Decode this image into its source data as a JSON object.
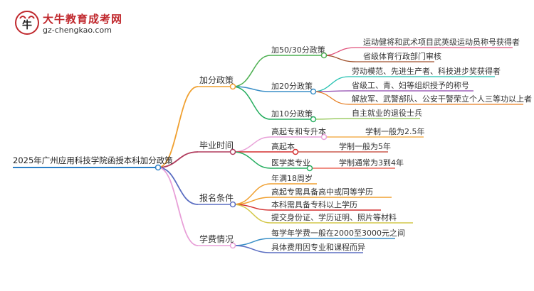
{
  "logo": {
    "title": "大牛教育成考网",
    "url": "gz-chengkao.com"
  },
  "root": "2025年广州应用科技学院函授本科加分政策",
  "branches": [
    {
      "label": "加分政策",
      "color": "#f0a030",
      "children": [
        {
          "label": "加50/30分政策",
          "color": "#4caf50",
          "items": [
            {
              "text": "运动健将和武术项目武英级运动员称号获得者",
              "color": "#e0507a"
            },
            {
              "text": "省级体育行政部门审核",
              "color": "#a0522d"
            }
          ]
        },
        {
          "label": "加20分政策",
          "color": "#3a8fc7",
          "items": [
            {
              "text": "劳动模范、先进生产者、科技进步奖获得者",
              "color": "#20c0b0"
            },
            {
              "text": "省级工、青、妇等组织授予的称号",
              "color": "#8e44ad"
            },
            {
              "text": "解放军、武警部队、公安干警荣立个人三等功以上者",
              "color": "#e67e22"
            }
          ]
        },
        {
          "label": "加10分政策",
          "color": "#27ae60",
          "items": [
            {
              "text": "自主就业的退役士兵",
              "color": "#8bc34a"
            }
          ]
        }
      ]
    },
    {
      "label": "毕业时间",
      "color": "#b03a5c",
      "children": [
        {
          "label": "高起专和专升本",
          "color": "#e8a0d8",
          "items": [
            {
              "text": "学制一般为2.5年",
              "color": "#f0a030"
            }
          ]
        },
        {
          "label": "高起本",
          "color": "#d32f2f",
          "items": [
            {
              "text": "学制一般为5年",
              "color": "#c0392b"
            }
          ]
        },
        {
          "label": "医学类专业",
          "color": "#27ae60",
          "items": [
            {
              "text": "学制通常为3到4年",
              "color": "#e74c3c"
            }
          ]
        }
      ]
    },
    {
      "label": "报名条件",
      "color": "#5b6ec2",
      "children": [
        {
          "label": "年满18周岁",
          "color": "#f0a030",
          "items": []
        },
        {
          "label": "高起专需具备高中或同等学历",
          "color": "#f0a030",
          "items": []
        },
        {
          "label": "本科需具备专科以上学历",
          "color": "#d32f2f",
          "items": []
        },
        {
          "label": "提交身份证、学历证明、照片等材料",
          "color": "#d4c84a",
          "items": []
        }
      ]
    },
    {
      "label": "学费情况",
      "color": "#e8a0d8",
      "children": [
        {
          "label": "每学年学费一般在2000至3000元之间",
          "color": "#3a8fc7",
          "items": []
        },
        {
          "label": "具体费用因专业和课程而异",
          "color": "#5b6ec2",
          "items": []
        }
      ]
    }
  ]
}
